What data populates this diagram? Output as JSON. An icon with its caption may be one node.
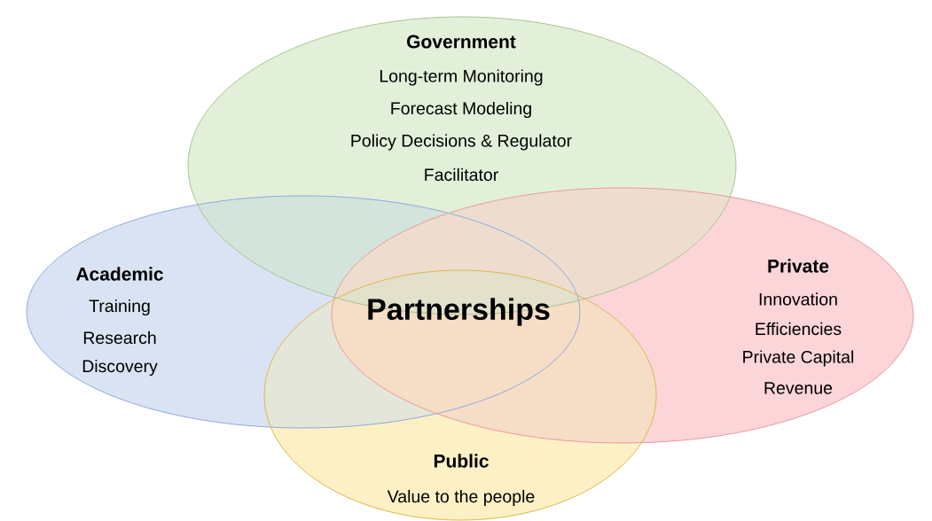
{
  "diagram": {
    "nodes": [
      {
        "text": [
          "Academic",
          "Training",
          "Research",
          "Discovery"
        ]
      },
      {
        "text": [
          "Private",
          "Innovation",
          "Efficiencies",
          "Private Capital",
          "Revenue"
        ]
      },
      {
        "text": [
          "Government",
          "Long-term Monitoring",
          "Forecast Modeling",
          "Policy Decisions & Regulator",
          "Facilitator"
        ]
      },
      {
        "text": [
          "Public",
          "Value to the people"
        ]
      }
    ],
    "labels": [
      "Partnerships"
    ]
  }
}
